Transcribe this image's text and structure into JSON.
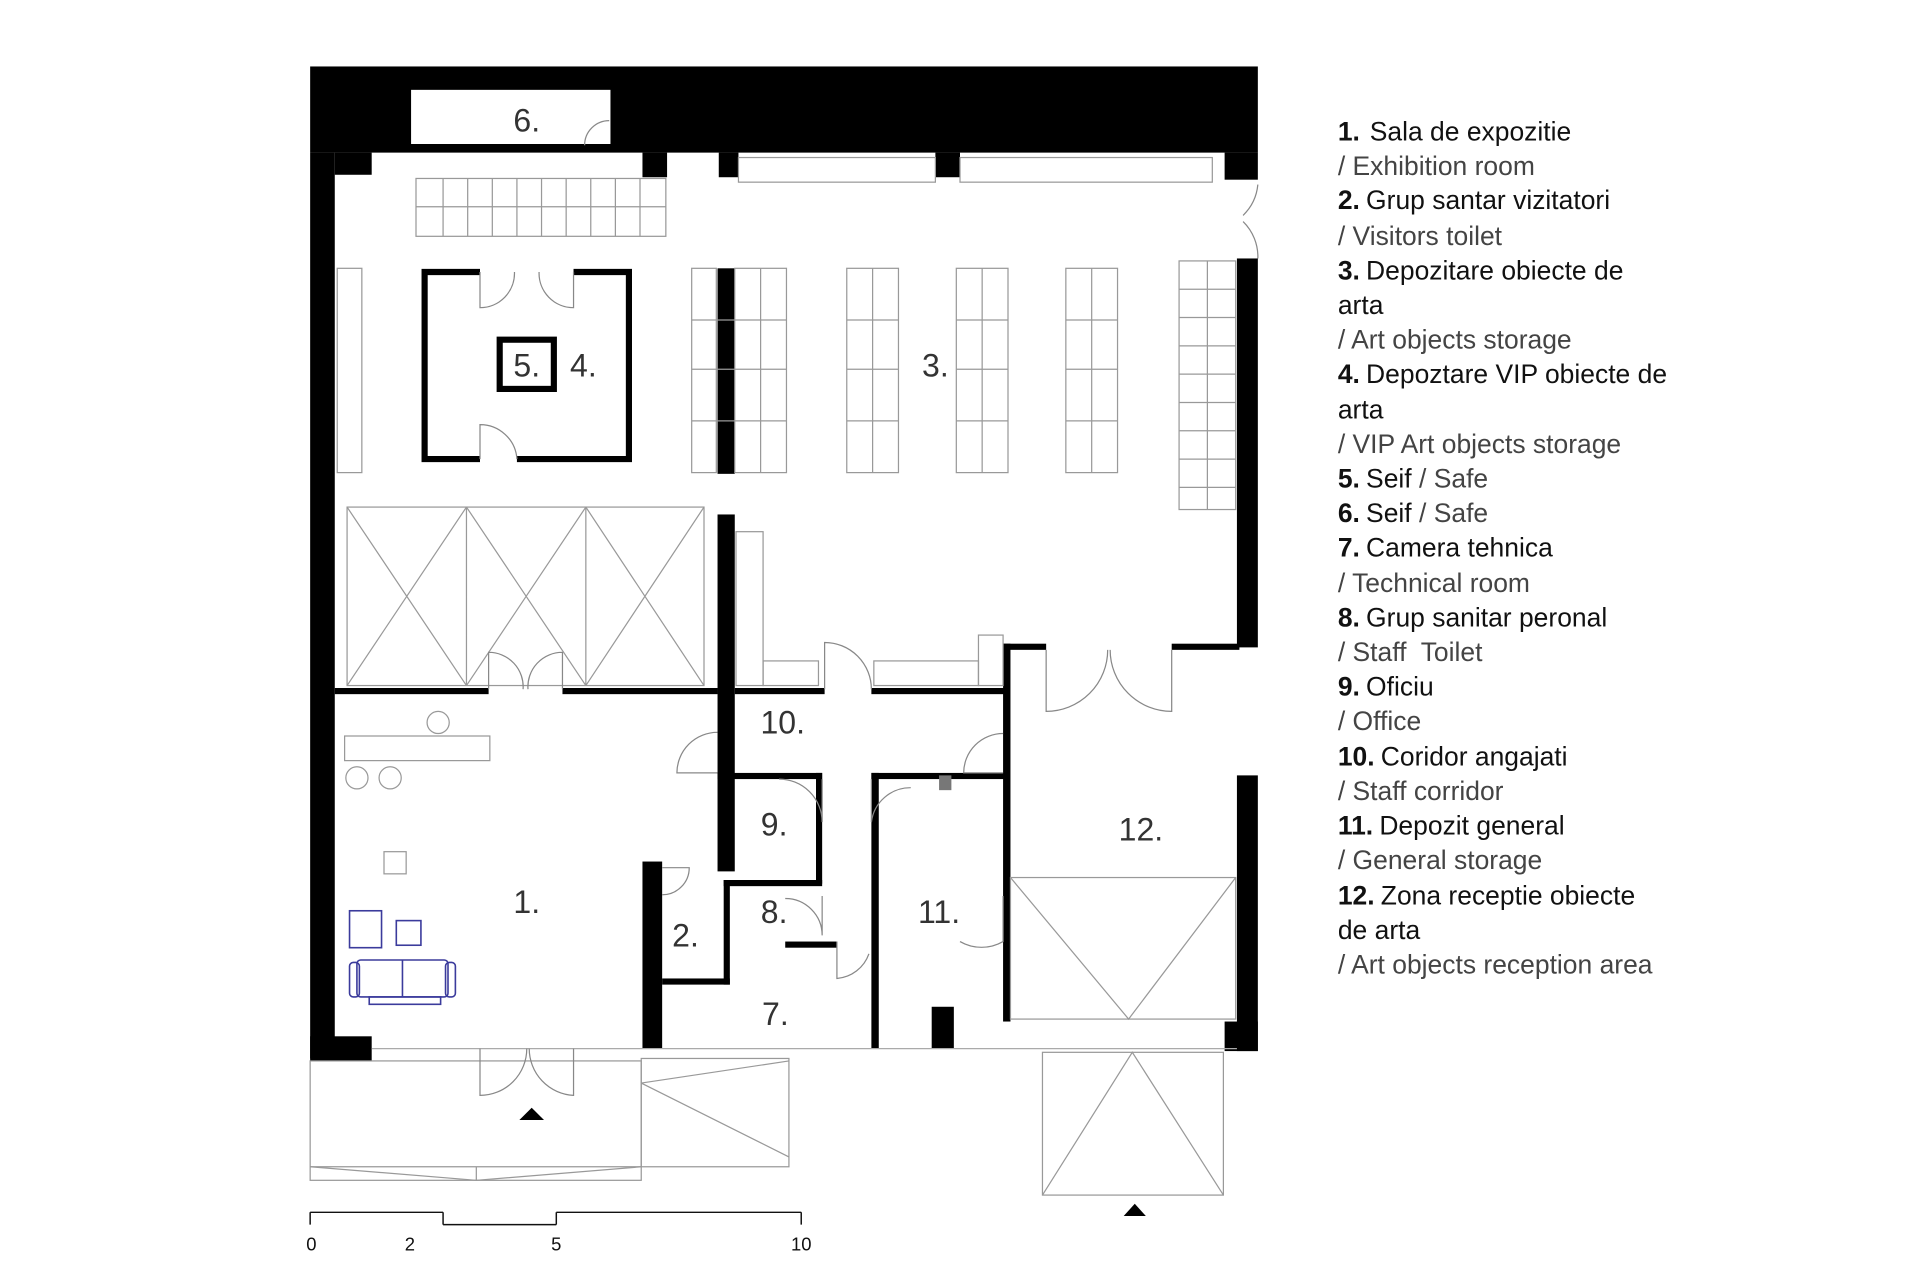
{
  "plan": {
    "rooms": [
      {
        "id": "1",
        "label": "1."
      },
      {
        "id": "2",
        "label": "2."
      },
      {
        "id": "3",
        "label": "3."
      },
      {
        "id": "4",
        "label": "4."
      },
      {
        "id": "5",
        "label": "5."
      },
      {
        "id": "6",
        "label": "6."
      },
      {
        "id": "7",
        "label": "7."
      },
      {
        "id": "8",
        "label": "8."
      },
      {
        "id": "9",
        "label": "9."
      },
      {
        "id": "10",
        "label": "10."
      },
      {
        "id": "11",
        "label": "11."
      },
      {
        "id": "12",
        "label": "12."
      }
    ],
    "scale_bar": {
      "ticks": [
        "0",
        "2",
        "5",
        "10"
      ]
    }
  },
  "legend": [
    {
      "num": "1.",
      "ro": [
        "Sala de expozitie"
      ],
      "en": "/ Exhibition room"
    },
    {
      "num": "2.",
      "ro": [
        "Grup santar vizitatori"
      ],
      "en": "/ Visitors toilet"
    },
    {
      "num": "3.",
      "ro": [
        "Depozitare obiecte de",
        "arta"
      ],
      "en": "/ Art objects storage"
    },
    {
      "num": "4.",
      "ro": [
        "Depoztare VIP obiecte de",
        "arta"
      ],
      "en": "/ VIP Art objects storage"
    },
    {
      "num": "5.",
      "ro": [
        "Seif"
      ],
      "en_inline": "/ Safe"
    },
    {
      "num": "6.",
      "ro": [
        "Seif"
      ],
      "en_inline": "/ Safe"
    },
    {
      "num": "7.",
      "ro": [
        "Camera tehnica"
      ],
      "en": "/ Technical room"
    },
    {
      "num": "8.",
      "ro": [
        "Grup sanitar peronal"
      ],
      "en": "/ Staff  Toilet"
    },
    {
      "num": "9.",
      "ro": [
        "Oficiu"
      ],
      "en": "/ Office"
    },
    {
      "num": "10.",
      "ro": [
        "Coridor angajati"
      ],
      "en": "/ Staff corridor"
    },
    {
      "num": "11.",
      "ro": [
        "Depozit general"
      ],
      "en": "/ General storage"
    },
    {
      "num": "12.",
      "ro": [
        "Zona receptie obiecte",
        "de arta"
      ],
      "en": "/ Art objects reception area"
    }
  ]
}
